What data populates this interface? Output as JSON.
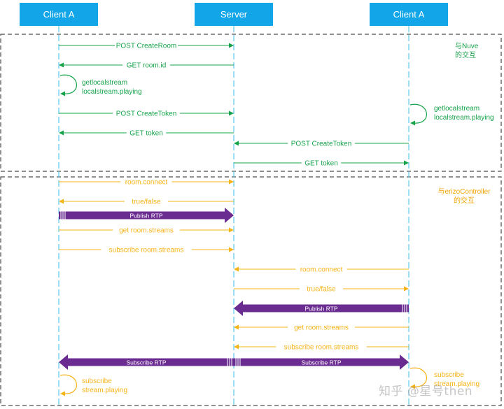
{
  "participants": {
    "client_a_left": "Client A",
    "server": "Server",
    "client_a_right": "Client A"
  },
  "sections": {
    "nuve": [
      "与Nuve",
      "的交互"
    ],
    "erizo": [
      "与erizoController",
      "的交互"
    ]
  },
  "messages": [
    {
      "label": "POST CreateRoom",
      "from": "left",
      "to": "server",
      "color": "green"
    },
    {
      "label": "GET room.id",
      "from": "server",
      "to": "left",
      "color": "green"
    },
    {
      "label": "POST CreateToken",
      "from": "left",
      "to": "server",
      "color": "green"
    },
    {
      "label": "GET token",
      "from": "server",
      "to": "left",
      "color": "green"
    },
    {
      "label": "POST CreateToken",
      "from": "right",
      "to": "server",
      "color": "green"
    },
    {
      "label": "GET token",
      "from": "server",
      "to": "right",
      "color": "green"
    },
    {
      "label": "room.connect",
      "from": "left",
      "to": "server",
      "color": "orange"
    },
    {
      "label": "true/false",
      "from": "server",
      "to": "left",
      "color": "orange"
    },
    {
      "label": "Publish RTP",
      "from": "left",
      "to": "server",
      "color": "purple"
    },
    {
      "label": "get room.streams",
      "from": "left",
      "to": "server",
      "color": "orange"
    },
    {
      "label": "subscribe room.streams",
      "from": "left",
      "to": "server",
      "color": "orange"
    },
    {
      "label": "room.connect",
      "from": "right",
      "to": "server",
      "color": "orange"
    },
    {
      "label": "true/false",
      "from": "server",
      "to": "right",
      "color": "orange"
    },
    {
      "label": "Publish RTP",
      "from": "right",
      "to": "server",
      "color": "purple"
    },
    {
      "label": "get room.streams",
      "from": "right",
      "to": "server",
      "color": "orange"
    },
    {
      "label": "subscribe room.streams",
      "from": "right",
      "to": "server",
      "color": "orange"
    },
    {
      "label": "Subscribe RTP",
      "from": "server",
      "to": "left",
      "color": "purple"
    },
    {
      "label": "Subscribe RTP",
      "from": "server",
      "to": "right",
      "color": "purple"
    }
  ],
  "self_notes": [
    {
      "lines": [
        "getlocalstream",
        "localstream.playing"
      ],
      "at": "left",
      "color": "green"
    },
    {
      "lines": [
        "getlocalstream",
        "localstream.playing"
      ],
      "at": "right",
      "color": "green"
    },
    {
      "lines": [
        "subscribe",
        "stream.playing"
      ],
      "at": "left",
      "color": "orange"
    },
    {
      "lines": [
        "subscribe",
        "stream.playing"
      ],
      "at": "right",
      "color": "orange"
    }
  ],
  "watermark": "知乎 @星号then",
  "colors": {
    "header": "#12a6e8",
    "lifeline": "#5bc8ef",
    "green": "#16a34a",
    "orange": "#f5b316",
    "purple": "#6b2c91",
    "note_nuve": "#1aa14a",
    "note_erizo": "#f0a300"
  }
}
